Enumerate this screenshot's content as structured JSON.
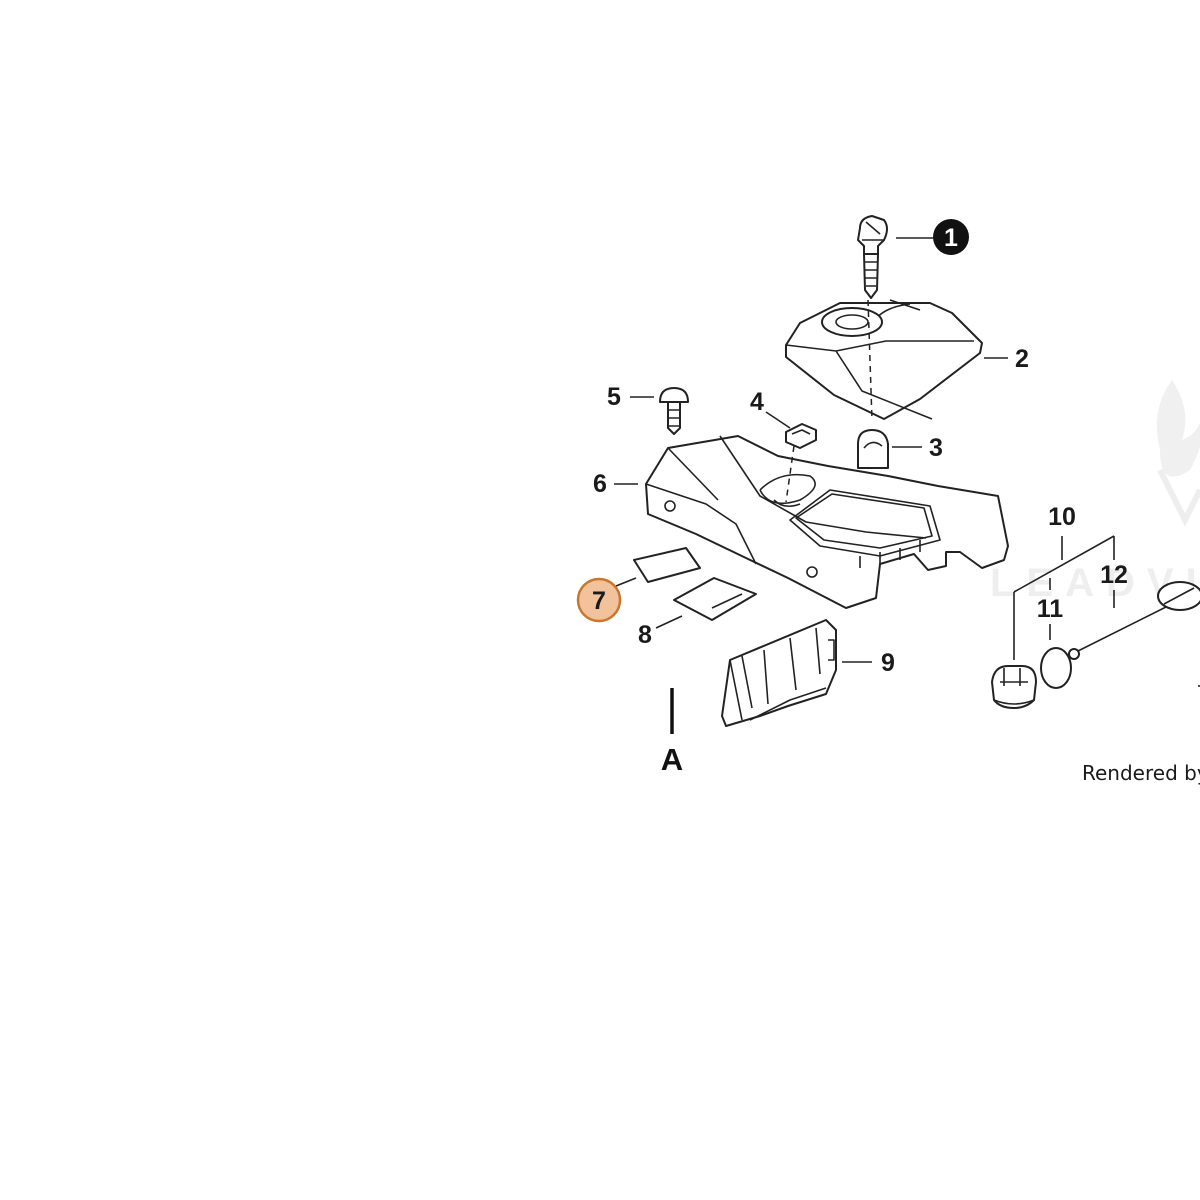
{
  "callouts": {
    "c1": "1",
    "c2": "2",
    "c3": "3",
    "c4": "4",
    "c5": "5",
    "c6": "6",
    "c7": "7",
    "c8": "8",
    "c9": "9",
    "c10": "10",
    "c11": "11",
    "c12": "12"
  },
  "section_label": "A",
  "credit_text": "Rendered by Le",
  "watermark_text": "LEADVI",
  "colors": {
    "highlight_fill": "#f2c29c",
    "highlight_stroke": "#c9772f",
    "filled_callout": "#111111"
  }
}
